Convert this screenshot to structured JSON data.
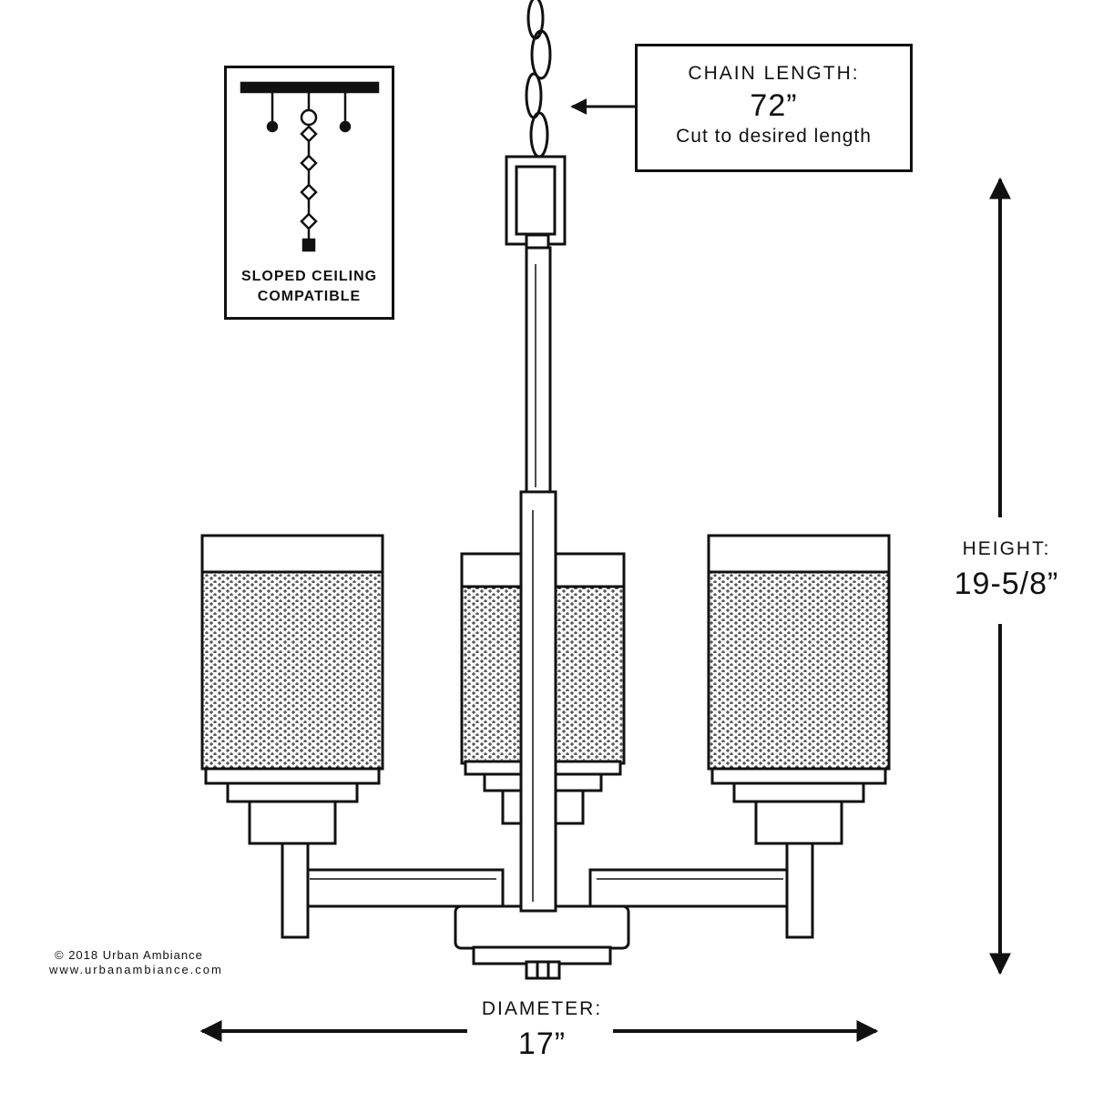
{
  "chain_box": {
    "label": "CHAIN LENGTH:",
    "value": "72”",
    "note": "Cut to desired length"
  },
  "sloped_box": {
    "line1": "SLOPED CEILING",
    "line2": "COMPATIBLE"
  },
  "height": {
    "label": "HEIGHT:",
    "value": "19-5/8”"
  },
  "diameter": {
    "label": "DIAMETER:",
    "value": "17”"
  },
  "footer": {
    "copyright": "© 2018 Urban Ambiance",
    "website": "www.urbanambiance.com"
  },
  "icons": [
    "chain-icon",
    "arrow-left-icon",
    "arrow-up-down-icon",
    "arrow-left-right-icon",
    "chandelier-drawing",
    "canopy-icon"
  ],
  "colors": {
    "line": "#111111",
    "background": "#ffffff"
  }
}
